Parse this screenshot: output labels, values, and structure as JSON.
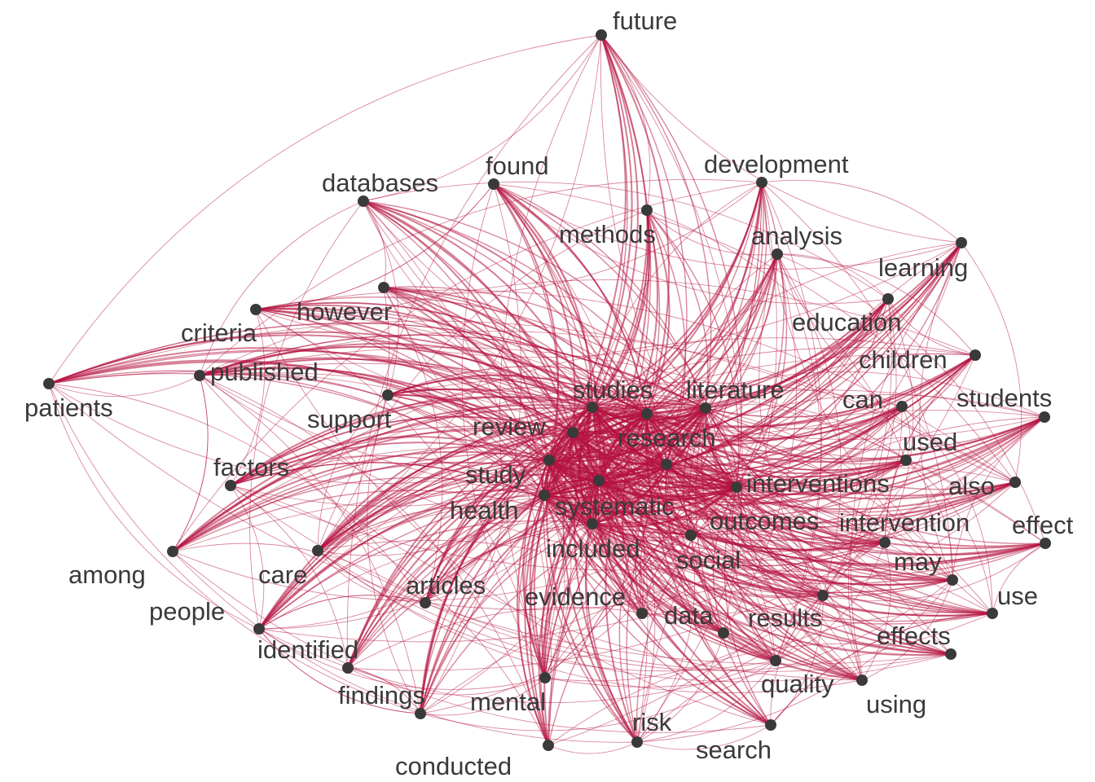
{
  "edge_color": "#b5123f",
  "node_color": "#3a3a3a",
  "label_color": "#3a3a3a",
  "nodes": [
    {
      "id": "future",
      "label": "future"
    },
    {
      "id": "found",
      "label": "found"
    },
    {
      "id": "development",
      "label": "development"
    },
    {
      "id": "databases",
      "label": "databases"
    },
    {
      "id": "methods",
      "label": "methods"
    },
    {
      "id": "analysis",
      "label": "analysis"
    },
    {
      "id": "learning",
      "label": "learning"
    },
    {
      "id": "however",
      "label": "however"
    },
    {
      "id": "education",
      "label": "education"
    },
    {
      "id": "criteria",
      "label": "criteria"
    },
    {
      "id": "children",
      "label": "children"
    },
    {
      "id": "published",
      "label": "published"
    },
    {
      "id": "patients",
      "label": "patients"
    },
    {
      "id": "studies",
      "label": "studies"
    },
    {
      "id": "literature",
      "label": "literature"
    },
    {
      "id": "can",
      "label": "can"
    },
    {
      "id": "students",
      "label": "students"
    },
    {
      "id": "support",
      "label": "support"
    },
    {
      "id": "review",
      "label": "review"
    },
    {
      "id": "research",
      "label": "research"
    },
    {
      "id": "used",
      "label": "used"
    },
    {
      "id": "factors",
      "label": "factors"
    },
    {
      "id": "study",
      "label": "study"
    },
    {
      "id": "interventions",
      "label": "interventions"
    },
    {
      "id": "also",
      "label": "also"
    },
    {
      "id": "health",
      "label": "health"
    },
    {
      "id": "systematic",
      "label": "systematic"
    },
    {
      "id": "outcomes",
      "label": "outcomes"
    },
    {
      "id": "intervention",
      "label": "intervention"
    },
    {
      "id": "effect",
      "label": "effect"
    },
    {
      "id": "among",
      "label": "among"
    },
    {
      "id": "care",
      "label": "care"
    },
    {
      "id": "included",
      "label": "included"
    },
    {
      "id": "social",
      "label": "social"
    },
    {
      "id": "may",
      "label": "may"
    },
    {
      "id": "articles",
      "label": "articles"
    },
    {
      "id": "people",
      "label": "people"
    },
    {
      "id": "evidence",
      "label": "evidence"
    },
    {
      "id": "use",
      "label": "use"
    },
    {
      "id": "data",
      "label": "data"
    },
    {
      "id": "results",
      "label": "results"
    },
    {
      "id": "identified",
      "label": "identified"
    },
    {
      "id": "effects",
      "label": "effects"
    },
    {
      "id": "quality",
      "label": "quality"
    },
    {
      "id": "findings",
      "label": "findings"
    },
    {
      "id": "mental",
      "label": "mental"
    },
    {
      "id": "using",
      "label": "using"
    },
    {
      "id": "risk",
      "label": "risk"
    },
    {
      "id": "search",
      "label": "search"
    },
    {
      "id": "conducted",
      "label": "conducted"
    }
  ]
}
